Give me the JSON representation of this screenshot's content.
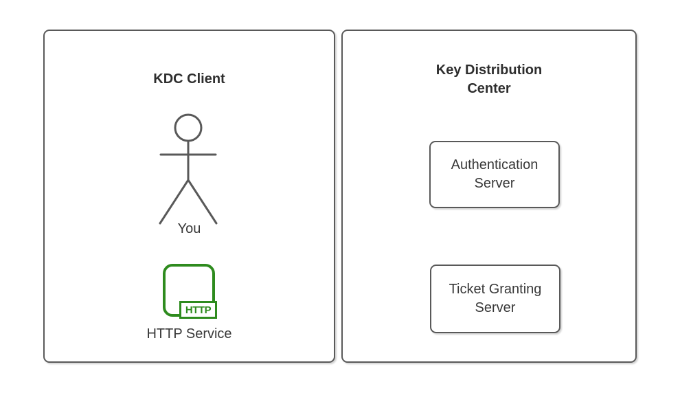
{
  "colors": {
    "canvas_background": "#ffffff",
    "shape_stroke": "#595959",
    "text": "#383838",
    "title_text": "#2e2e2e",
    "http_icon_green": "#2e8b1e"
  },
  "client_panel": {
    "title": "KDC Client",
    "actor": {
      "icon": "stick-figure-icon",
      "label": "You"
    },
    "http_service": {
      "icon": "http-app-icon",
      "badge_text": "HTTP",
      "label": "HTTP Service"
    }
  },
  "kdc_panel": {
    "title": "Key Distribution Center",
    "nodes": [
      {
        "label": "Authentication Server"
      },
      {
        "label": "Ticket Granting Server"
      }
    ]
  }
}
